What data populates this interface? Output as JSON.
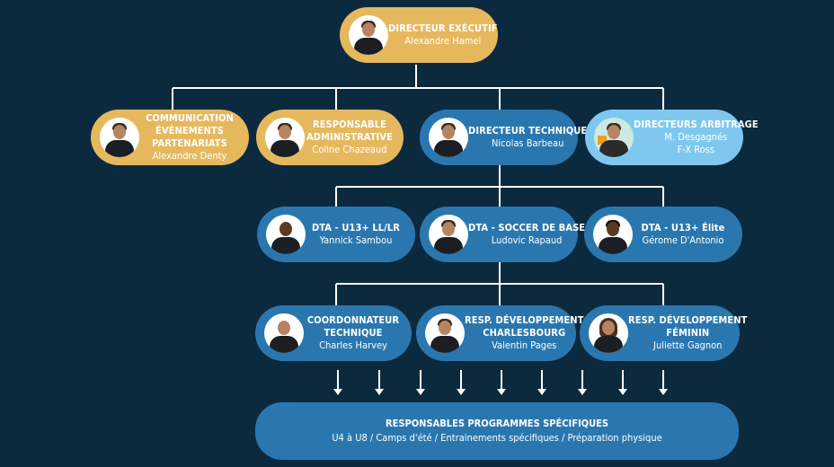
{
  "nodes": {
    "executive": {
      "title": "DIRECTEUR EXÉCUTIF",
      "name": "Alexandre Hamel"
    },
    "communication": {
      "title_lines": [
        "COMMUNICATION",
        "ÉVÉNEMENTS",
        "PARTENARIATS"
      ],
      "name": "Alexandre Denty"
    },
    "admin": {
      "title_lines": [
        "RESPONSABLE",
        "ADMINISTRATIVE"
      ],
      "name": "Coline Chazeaud"
    },
    "technical": {
      "title": "DIRECTEUR TECHNIQUE",
      "name": "Nicolas Barbeau"
    },
    "referees": {
      "title": "DIRECTEURS ARBITRAGE",
      "name_lines": [
        "M. Desgagnés",
        "F-X Ross"
      ]
    },
    "dta_u13": {
      "title": "DTA - U13+ LL/LR",
      "name": "Yannick Sambou"
    },
    "dta_base": {
      "title": "DTA - SOCCER DE BASE",
      "name": "Ludovic Rapaud"
    },
    "dta_elite": {
      "title": "DTA - U13+ Élite",
      "name": "Gérome D'Antonio"
    },
    "coord": {
      "title_lines": [
        "COORDONNATEUR",
        "TECHNIQUE"
      ],
      "name": "Charles Harvey"
    },
    "dev_charlesbourg": {
      "title_lines": [
        "RESP. DÉVELOPPEMENT",
        "CHARLESBOURG"
      ],
      "name": "Valentin Pages"
    },
    "dev_feminin": {
      "title_lines": [
        "RESP. DÉVELOPPEMENT",
        "FÉMININ"
      ],
      "name": "Juliette Gagnon"
    }
  },
  "programs": {
    "title": "RESPONSABLES PROGRAMMES SPÉCIFIQUES",
    "subtitle": "U4 à U8 / Camps d'été / Entrainements spécifiques / Préparation physique"
  },
  "colors": {
    "background": "#0c2a3e",
    "gold": "#e6b85e",
    "blue": "#2a77b0",
    "light_blue": "#7ec8ef",
    "lines": "#ffffff"
  }
}
